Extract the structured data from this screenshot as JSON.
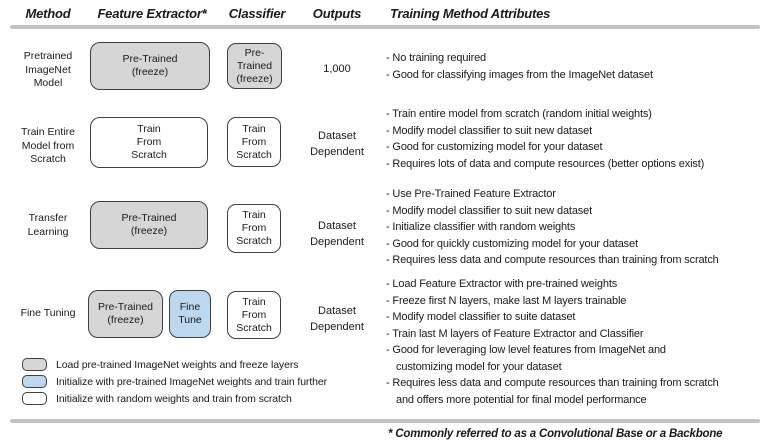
{
  "colors": {
    "pretrained_fill": "#d6d6d6",
    "finetune_fill": "#bdd7ee",
    "scratch_fill": "#ffffff",
    "box_border": "#3f3f3f",
    "divider": "#c3c3c3"
  },
  "columns": {
    "method": "Method",
    "feature_extractor": "Feature Extractor*",
    "classifier": "Classifier",
    "outputs": "Outputs",
    "attributes": "Training Method Attributes"
  },
  "rows": [
    {
      "method": "Pretrained\nImageNet\nModel",
      "feature_extractor_boxes": [
        {
          "label": "Pre-Trained\n(freeze)",
          "style": "pretrained"
        }
      ],
      "classifier_box": {
        "label": "Pre-Trained\n(freeze)",
        "style": "pretrained"
      },
      "outputs": "1,000",
      "attributes": [
        "- No training required",
        "- Good for classifying images from the ImageNet dataset"
      ]
    },
    {
      "method": "Train Entire\nModel from\nScratch",
      "feature_extractor_boxes": [
        {
          "label": "Train\nFrom\nScratch",
          "style": "scratch"
        }
      ],
      "classifier_box": {
        "label": "Train\nFrom\nScratch",
        "style": "scratch"
      },
      "outputs": "Dataset\nDependent",
      "attributes": [
        "- Train entire model from scratch (random initial weights)",
        "- Modify model classifier to suit new dataset",
        "- Good for customizing model for your dataset",
        "- Requires lots of data and compute resources (better options exist)"
      ]
    },
    {
      "method": "Transfer\nLearning",
      "feature_extractor_boxes": [
        {
          "label": "Pre-Trained\n(freeze)",
          "style": "pretrained"
        }
      ],
      "classifier_box": {
        "label": "Train\nFrom\nScratch",
        "style": "scratch"
      },
      "outputs": "Dataset\nDependent",
      "attributes": [
        "- Use Pre-Trained Feature Extractor",
        "- Modify model classifier to suit new dataset",
        "- Initialize classifier with random weights",
        "- Good for quickly customizing model for your dataset",
        "- Requires less data and compute resources than training from scratch"
      ]
    },
    {
      "method": "Fine Tuning",
      "feature_extractor_boxes": [
        {
          "label": "Pre-Trained\n(freeze)",
          "style": "pretrained"
        },
        {
          "label": "Fine\nTune",
          "style": "finetune"
        }
      ],
      "classifier_box": {
        "label": "Train\nFrom\nScratch",
        "style": "scratch"
      },
      "outputs": "Dataset\nDependent",
      "attributes": [
        "- Load Feature Extractor with pre-trained weights",
        "- Freeze first N layers, make last M layers trainable",
        "- Modify model classifier to suite dataset",
        "- Train last M layers of Feature Extractor and Classifier",
        "- Good for leveraging low level features from ImageNet and\ncustomizing model for your dataset",
        "- Requires less data and compute resources than training from scratch\nand offers more potential for final model performance"
      ]
    }
  ],
  "legend": {
    "items": [
      {
        "style": "pretrained",
        "label": "Load pre-trained ImageNet weights and freeze layers"
      },
      {
        "style": "finetune",
        "label": "Initialize with pre-trained ImageNet weights and train further"
      },
      {
        "style": "scratch",
        "label": "Initialize with random weights and train from scratch"
      }
    ]
  },
  "footnote": "* Commonly referred to as a Convolutional Base or a Backbone"
}
